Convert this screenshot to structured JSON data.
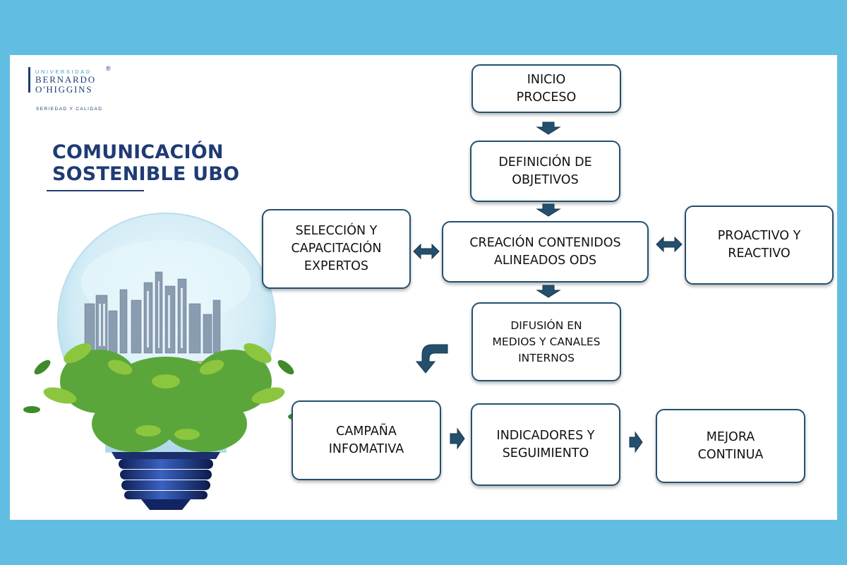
{
  "logo": {
    "line1": "UNIVERSIDAD",
    "line2": "BERNARDO",
    "line3": "O'HIGGINS",
    "registered": "®",
    "tagline": "SERIEDAD Y CALIDAD"
  },
  "title": {
    "line1": "COMUNICACIÓN",
    "line2": "SOSTENIBLE UBO"
  },
  "flow": {
    "inicio": "INICIO\nPROCESO",
    "definicion": "DEFINICIÓN DE\nOBJETIVOS",
    "seleccion": "SELECCIÓN Y\nCAPACITACIÓN\nEXPERTOS",
    "creacion": "CREACIÓN CONTENIDOS\nALINEADOS ODS",
    "proactivo": "PROACTIVO Y\nREACTIVO",
    "difusion": "DIFUSIÓN EN\nMEDIOS Y CANALES\nINTERNOS",
    "campana": "CAMPAÑA\nINFOMATIVA",
    "indicadores": "INDICADORES Y\nSEGUIMIENTO",
    "mejora": "MEJORA\nCONTINUA"
  },
  "colors": {
    "background": "#62bde3",
    "brand_navy": "#1f3b75",
    "arrow": "#24506e",
    "box_border": "#24506e"
  }
}
